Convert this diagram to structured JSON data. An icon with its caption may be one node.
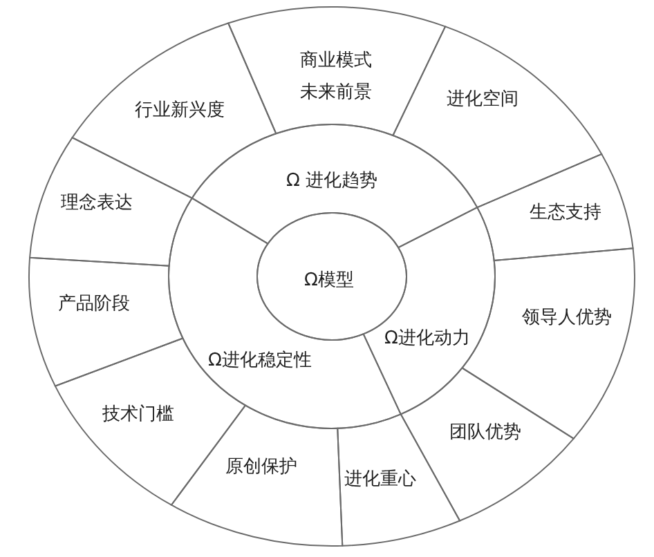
{
  "diagram": {
    "nodes": [
      {
        "text": [
          "Ω模型"
        ]
      },
      {
        "text": [
          "Ω 进化趋势"
        ]
      },
      {
        "text": [
          "Ω进化动力"
        ]
      },
      {
        "text": [
          "Ω进化稳定性"
        ]
      },
      {
        "text": [
          "商业模式",
          "未来前景"
        ]
      },
      {
        "text": [
          "进化空间"
        ]
      },
      {
        "text": [
          "生态支持"
        ]
      },
      {
        "text": [
          "领导人优势"
        ]
      },
      {
        "text": [
          "团队优势"
        ]
      },
      {
        "text": [
          "进化重心"
        ]
      },
      {
        "text": [
          "原创保护"
        ]
      },
      {
        "text": [
          "技术门槛"
        ]
      },
      {
        "text": [
          "产品阶段"
        ]
      },
      {
        "text": [
          "理念表达"
        ]
      },
      {
        "text": [
          "行业新兴度"
        ]
      }
    ]
  }
}
